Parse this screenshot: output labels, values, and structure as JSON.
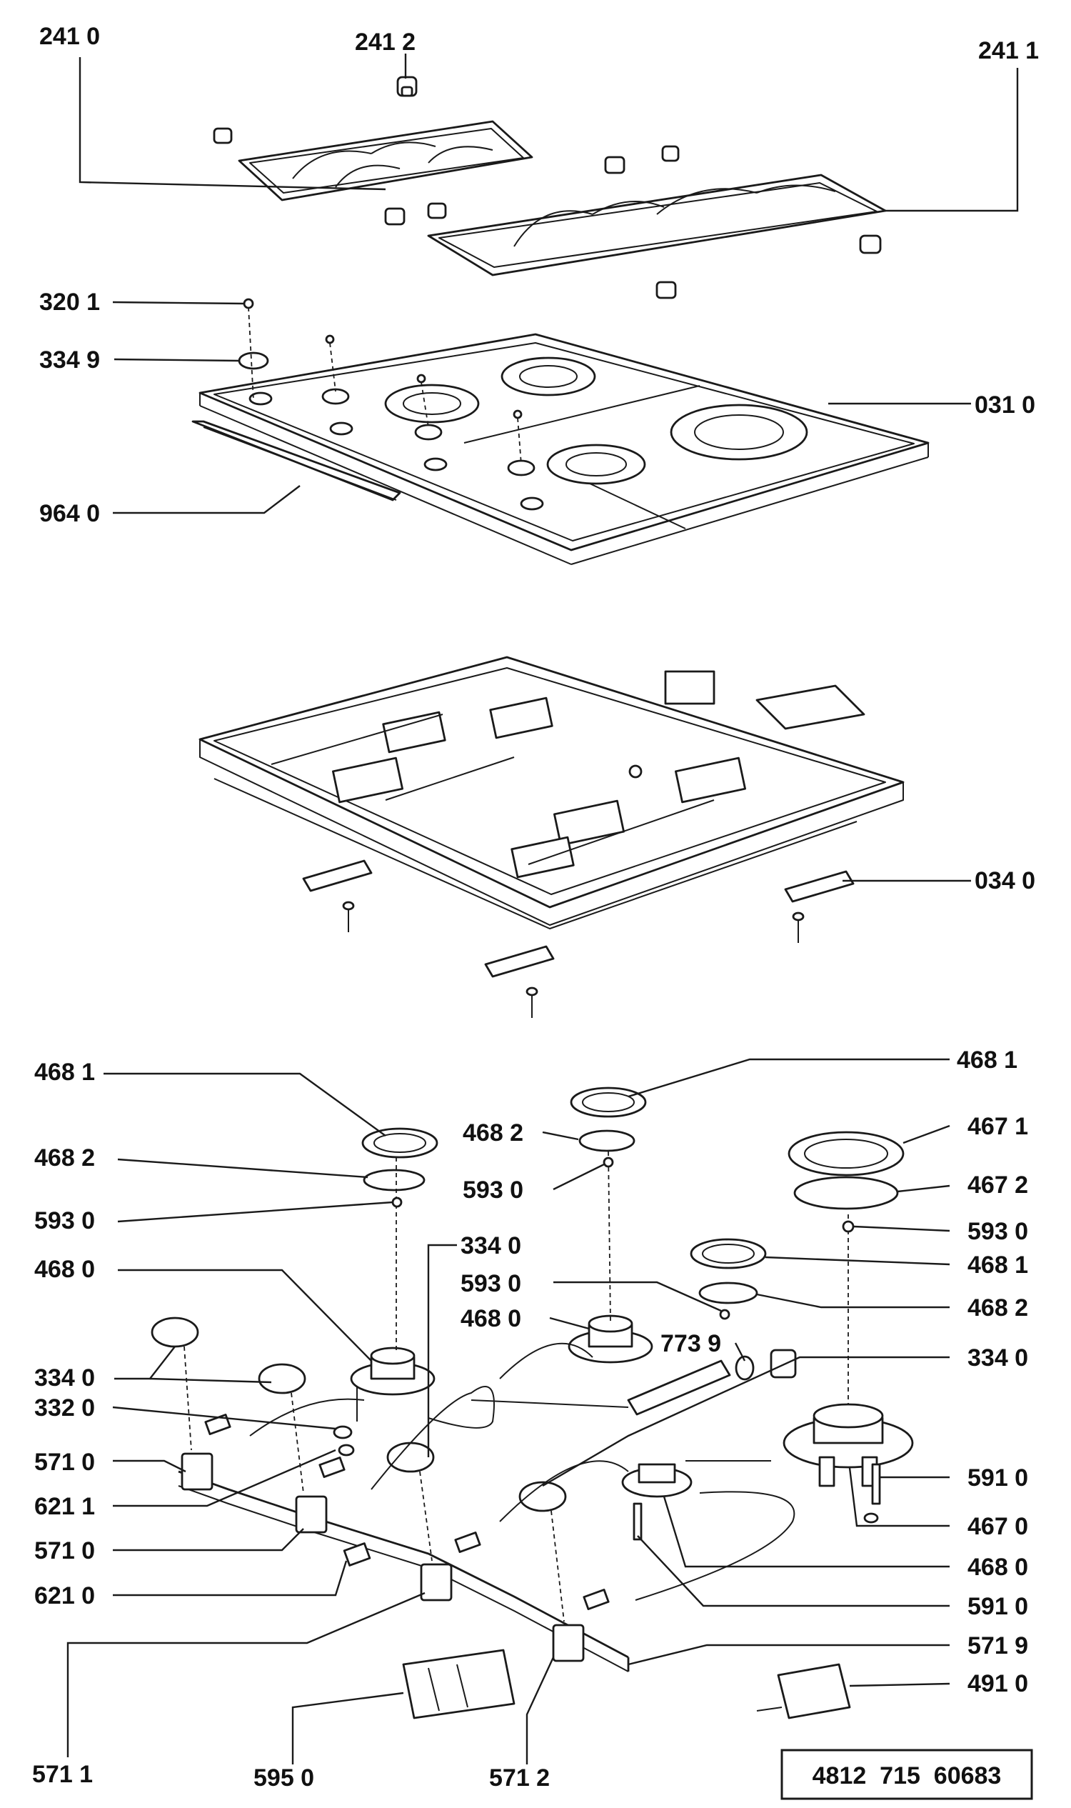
{
  "labels": {
    "grid_left": "241 0",
    "grid_foot": "241 2",
    "grid_right": "241 1",
    "screw_top": "320 1",
    "washer_top": "334 9",
    "hob_top": "031 0",
    "front_strip": "964 0",
    "fixing_clip": "034 0",
    "cap_a": "468 1",
    "gasket_a": "468 2",
    "injector_a": "593 0",
    "burner_a": "468 0",
    "knob_a": "334 0",
    "spring": "332 0",
    "tap_a": "571 0",
    "thermo_a": "621 1",
    "tap_b": "571 0",
    "thermo_b": "621 0",
    "tap_c": "571 1",
    "ignition_box": "595 0",
    "tap_d": "571 2",
    "cap_b": "468 1",
    "gasket_b": "468 2",
    "injector_b": "593 0",
    "knob_b": "334 0",
    "injector_c": "593 0",
    "burner_b": "468 0",
    "elbow": "773 9",
    "cap_large": "467 1",
    "gasket_large": "467 2",
    "injector_d": "593 0",
    "cap_c": "468 1",
    "gasket_c": "468 2",
    "knob_c": "334 0",
    "electrode_a": "591 0",
    "burner_large": "467 0",
    "burner_c": "468 0",
    "electrode_b": "591 0",
    "tap_e": "571 9",
    "switch": "491 0"
  },
  "part_number": "4812  715  60683"
}
